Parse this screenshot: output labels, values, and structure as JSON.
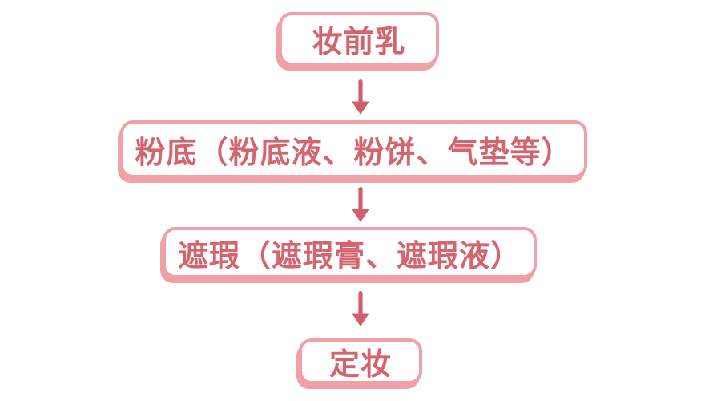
{
  "diagram": {
    "type": "flowchart",
    "direction": "top-down",
    "colors": {
      "background": "#ffffff",
      "box_border": "#f0a1a8",
      "box_fill": "#ffffff",
      "text": "#d4656f",
      "arrow": "#d05f6a"
    },
    "nodes": [
      {
        "id": "step-1",
        "label": "妆前乳"
      },
      {
        "id": "step-2",
        "label": "粉底（粉底液、粉饼、气垫等）"
      },
      {
        "id": "step-3",
        "label": "遮瑕（遮瑕膏、遮瑕液）"
      },
      {
        "id": "step-4",
        "label": "定妆"
      }
    ],
    "edges": [
      {
        "from": "step-1",
        "to": "step-2",
        "icon": "down-arrow"
      },
      {
        "from": "step-2",
        "to": "step-3",
        "icon": "down-arrow"
      },
      {
        "from": "step-3",
        "to": "step-4",
        "icon": "down-arrow"
      }
    ]
  }
}
